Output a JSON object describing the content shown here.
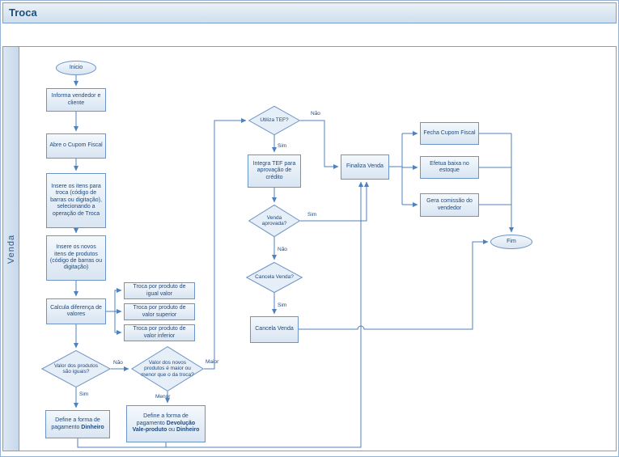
{
  "title": "Troca",
  "lane": "Venda",
  "colors": {
    "accent": "#4f81bd",
    "node_fill": "#dce6f2",
    "node_border": "#6d94c6",
    "text": "#1f497d"
  },
  "nodes": {
    "inicio": "Inicio",
    "informa": "Informa vendedor e cliente",
    "abre": "Abre o Cupom Fiscal",
    "insere_troca": "Insere os itens para troca (código de barras ou digitação), selecionando a operação de Troca",
    "insere_novos": "Insere os novos itens de produtos (código de barras ou digitação)",
    "calcula": "Calcula diferença de valores",
    "troca_igual": "Troca por produto de igual valor",
    "troca_superior": "Troca por produto de valor superior",
    "troca_inferior": "Troca por produto de valor inferior",
    "d_iguais": "Valor dos produtos são iguais?",
    "define_dinheiro": {
      "prefix": "Define a forma de pagamento ",
      "bold": "Dinheiro"
    },
    "d_maior_menor": "Valor dos novos produtos é maior ou menor que o da troca?",
    "define_devolucao": {
      "prefix": "Define a forma de pagamento ",
      "bold1": "Devolução Vale-produto",
      "mid": " ou ",
      "bold2": "Dinheiro"
    },
    "d_tef": "Utiliza TEF?",
    "integra_tef": "Integra TEF para aprovação de crédito",
    "d_aprovada": "Venda aprovada?",
    "finaliza": "Finaliza Venda",
    "d_cancela": "Cancela Venda?",
    "cancela": "Cancela Venda",
    "fecha_cupom": "Fecha Cupom Fiscal",
    "efetua_baixa": "Efetua baixa no estoque",
    "gera_comissao": "Gera comissão do vendedor",
    "fim": "Fim"
  },
  "edge_labels": {
    "iguais_sim": "Sim",
    "iguais_nao": "Não",
    "menor": "Menor",
    "maior": "Maior",
    "tef_sim": "Sim",
    "tef_nao": "Não",
    "aprovada_sim": "Sim",
    "aprovada_nao": "Não",
    "cancela_sim": "Sim"
  }
}
